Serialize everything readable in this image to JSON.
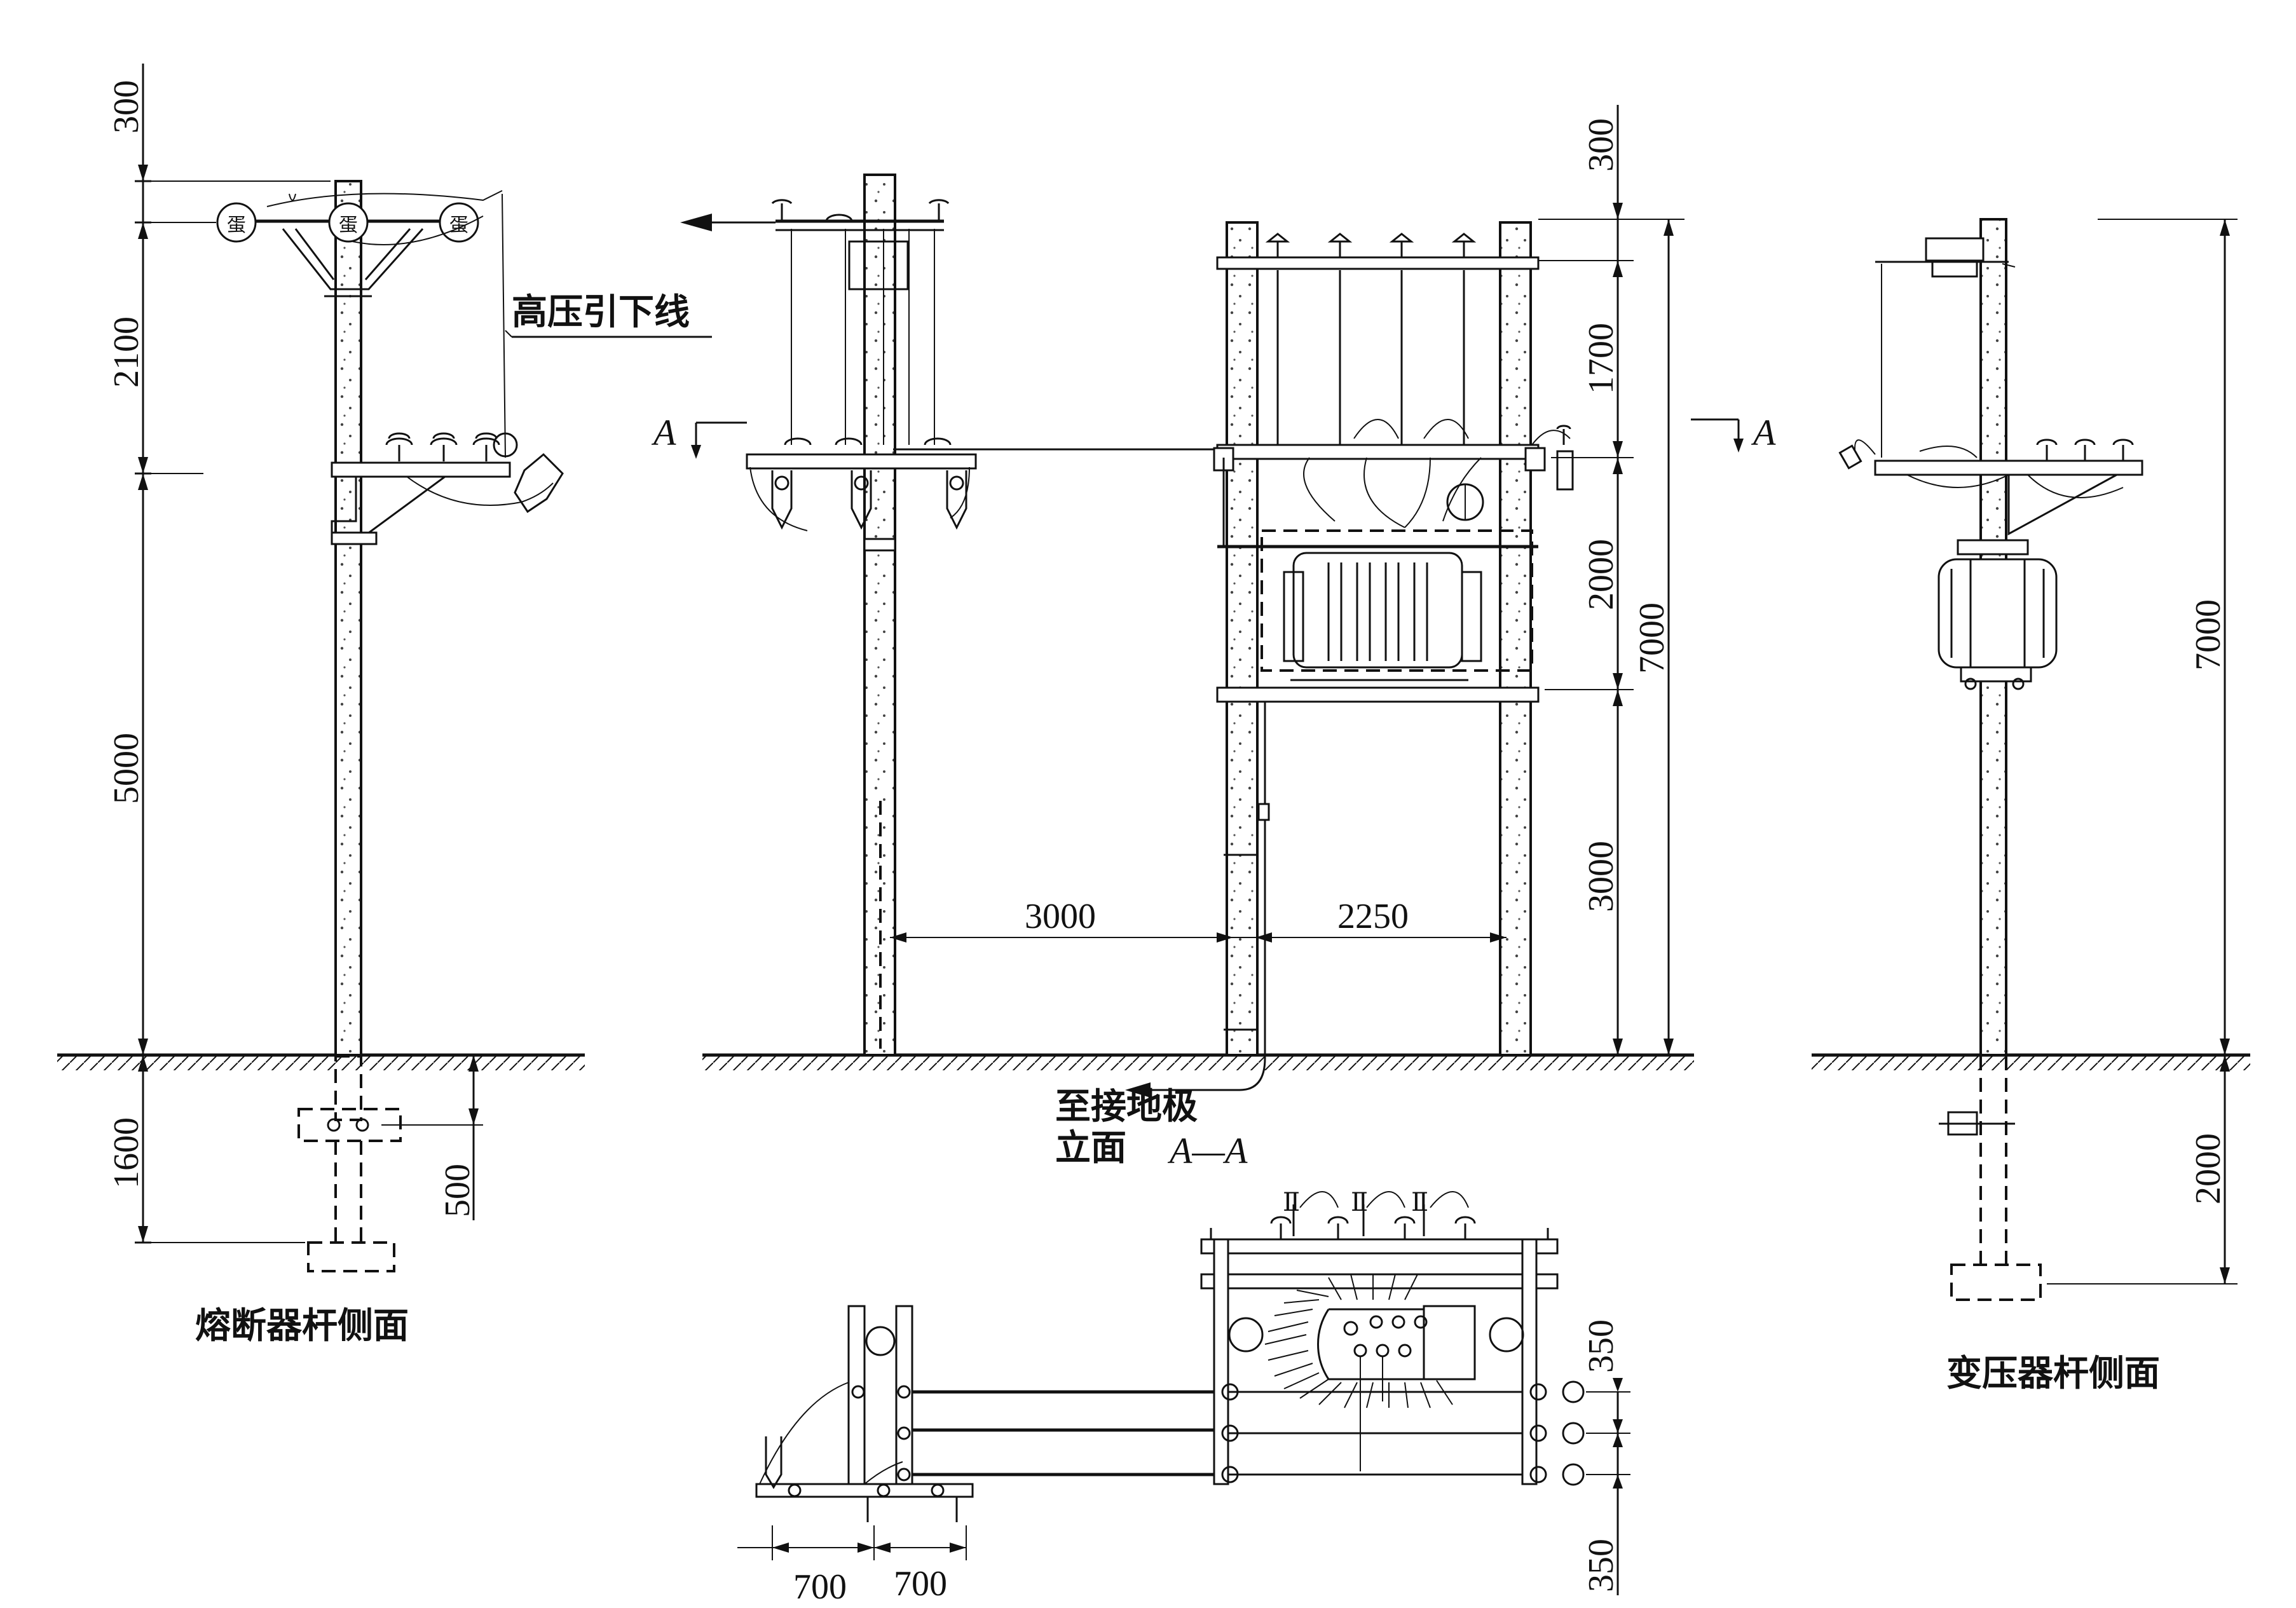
{
  "labels": {
    "hv_downlead": "高压引下线",
    "to_ground_electrode": "至接地极",
    "elevation": "立面",
    "fuse_pole_side": "熔断器杆侧面",
    "transformer_pole_side": "变压器杆侧面",
    "section_mark_left": "A",
    "section_mark_right": "A",
    "section_title": "A—A"
  },
  "dimensions": {
    "left": {
      "top": "300",
      "upper": "2100",
      "middle": "5000",
      "below_ground": "1600",
      "foundation": "500"
    },
    "center": {
      "span_left": "3000",
      "span_right": "2250"
    },
    "right_column": {
      "top": "300",
      "upper": "1700",
      "middle": "2000",
      "lower": "3000",
      "total": "7000"
    },
    "transformer_pole": {
      "total": "7000",
      "below_ground": "2000"
    },
    "plan": {
      "left": "700",
      "right": "700",
      "upper_gap": "350",
      "lower_gap": "350"
    }
  },
  "colors": {
    "line": "#111111",
    "background": "#ffffff"
  }
}
